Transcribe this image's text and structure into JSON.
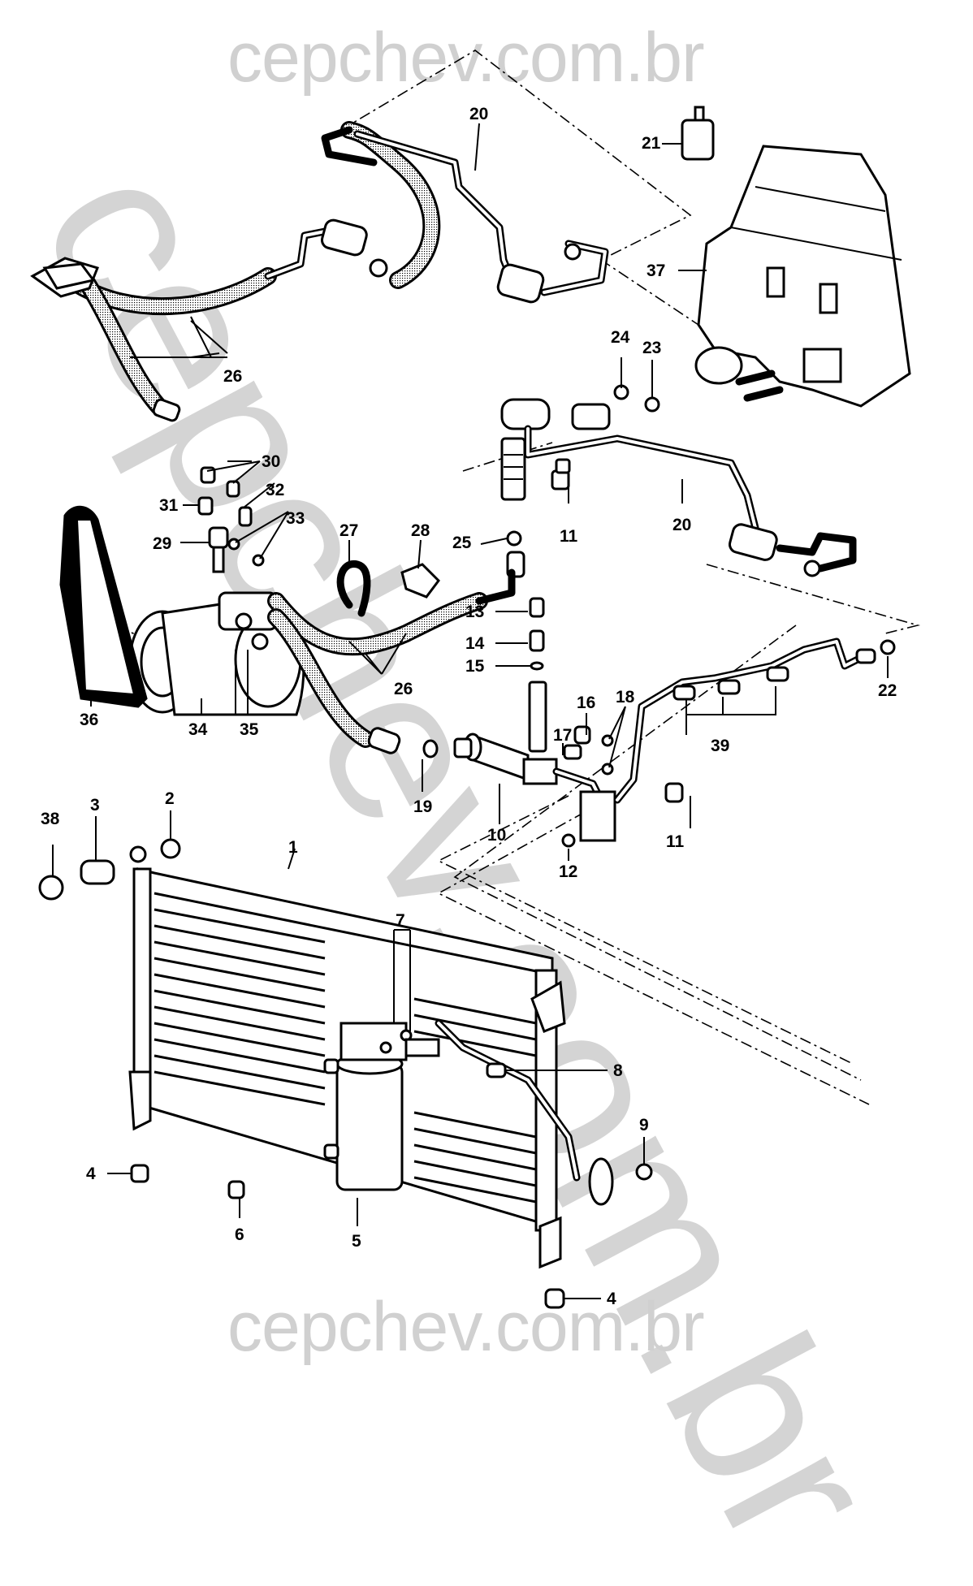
{
  "watermark": {
    "top": "cepchev.com.br",
    "diagonal": "cepchev.com.br",
    "bottom": "cepchev.com.br"
  },
  "diagram": {
    "title": "Air conditioning system - exploded parts view",
    "callouts": [
      {
        "id": "c1",
        "label": "1"
      },
      {
        "id": "c2",
        "label": "2"
      },
      {
        "id": "c3",
        "label": "3"
      },
      {
        "id": "c4a",
        "label": "4"
      },
      {
        "id": "c4b",
        "label": "4"
      },
      {
        "id": "c5",
        "label": "5"
      },
      {
        "id": "c6",
        "label": "6"
      },
      {
        "id": "c7",
        "label": "7"
      },
      {
        "id": "c8",
        "label": "8"
      },
      {
        "id": "c9",
        "label": "9"
      },
      {
        "id": "c10",
        "label": "10"
      },
      {
        "id": "c11a",
        "label": "11"
      },
      {
        "id": "c11b",
        "label": "11"
      },
      {
        "id": "c12",
        "label": "12"
      },
      {
        "id": "c13",
        "label": "13"
      },
      {
        "id": "c14",
        "label": "14"
      },
      {
        "id": "c15",
        "label": "15"
      },
      {
        "id": "c16",
        "label": "16"
      },
      {
        "id": "c17",
        "label": "17"
      },
      {
        "id": "c18",
        "label": "18"
      },
      {
        "id": "c19",
        "label": "19"
      },
      {
        "id": "c20a",
        "label": "20"
      },
      {
        "id": "c20b",
        "label": "20"
      },
      {
        "id": "c21",
        "label": "21"
      },
      {
        "id": "c22",
        "label": "22"
      },
      {
        "id": "c23",
        "label": "23"
      },
      {
        "id": "c24",
        "label": "24"
      },
      {
        "id": "c25",
        "label": "25"
      },
      {
        "id": "c26a",
        "label": "26"
      },
      {
        "id": "c26b",
        "label": "26"
      },
      {
        "id": "c27",
        "label": "27"
      },
      {
        "id": "c28",
        "label": "28"
      },
      {
        "id": "c29",
        "label": "29"
      },
      {
        "id": "c30",
        "label": "30"
      },
      {
        "id": "c31",
        "label": "31"
      },
      {
        "id": "c32",
        "label": "32"
      },
      {
        "id": "c33",
        "label": "33"
      },
      {
        "id": "c34",
        "label": "34"
      },
      {
        "id": "c35",
        "label": "35"
      },
      {
        "id": "c36",
        "label": "36"
      },
      {
        "id": "c37",
        "label": "37"
      },
      {
        "id": "c38",
        "label": "38"
      },
      {
        "id": "c39",
        "label": "39"
      }
    ]
  }
}
